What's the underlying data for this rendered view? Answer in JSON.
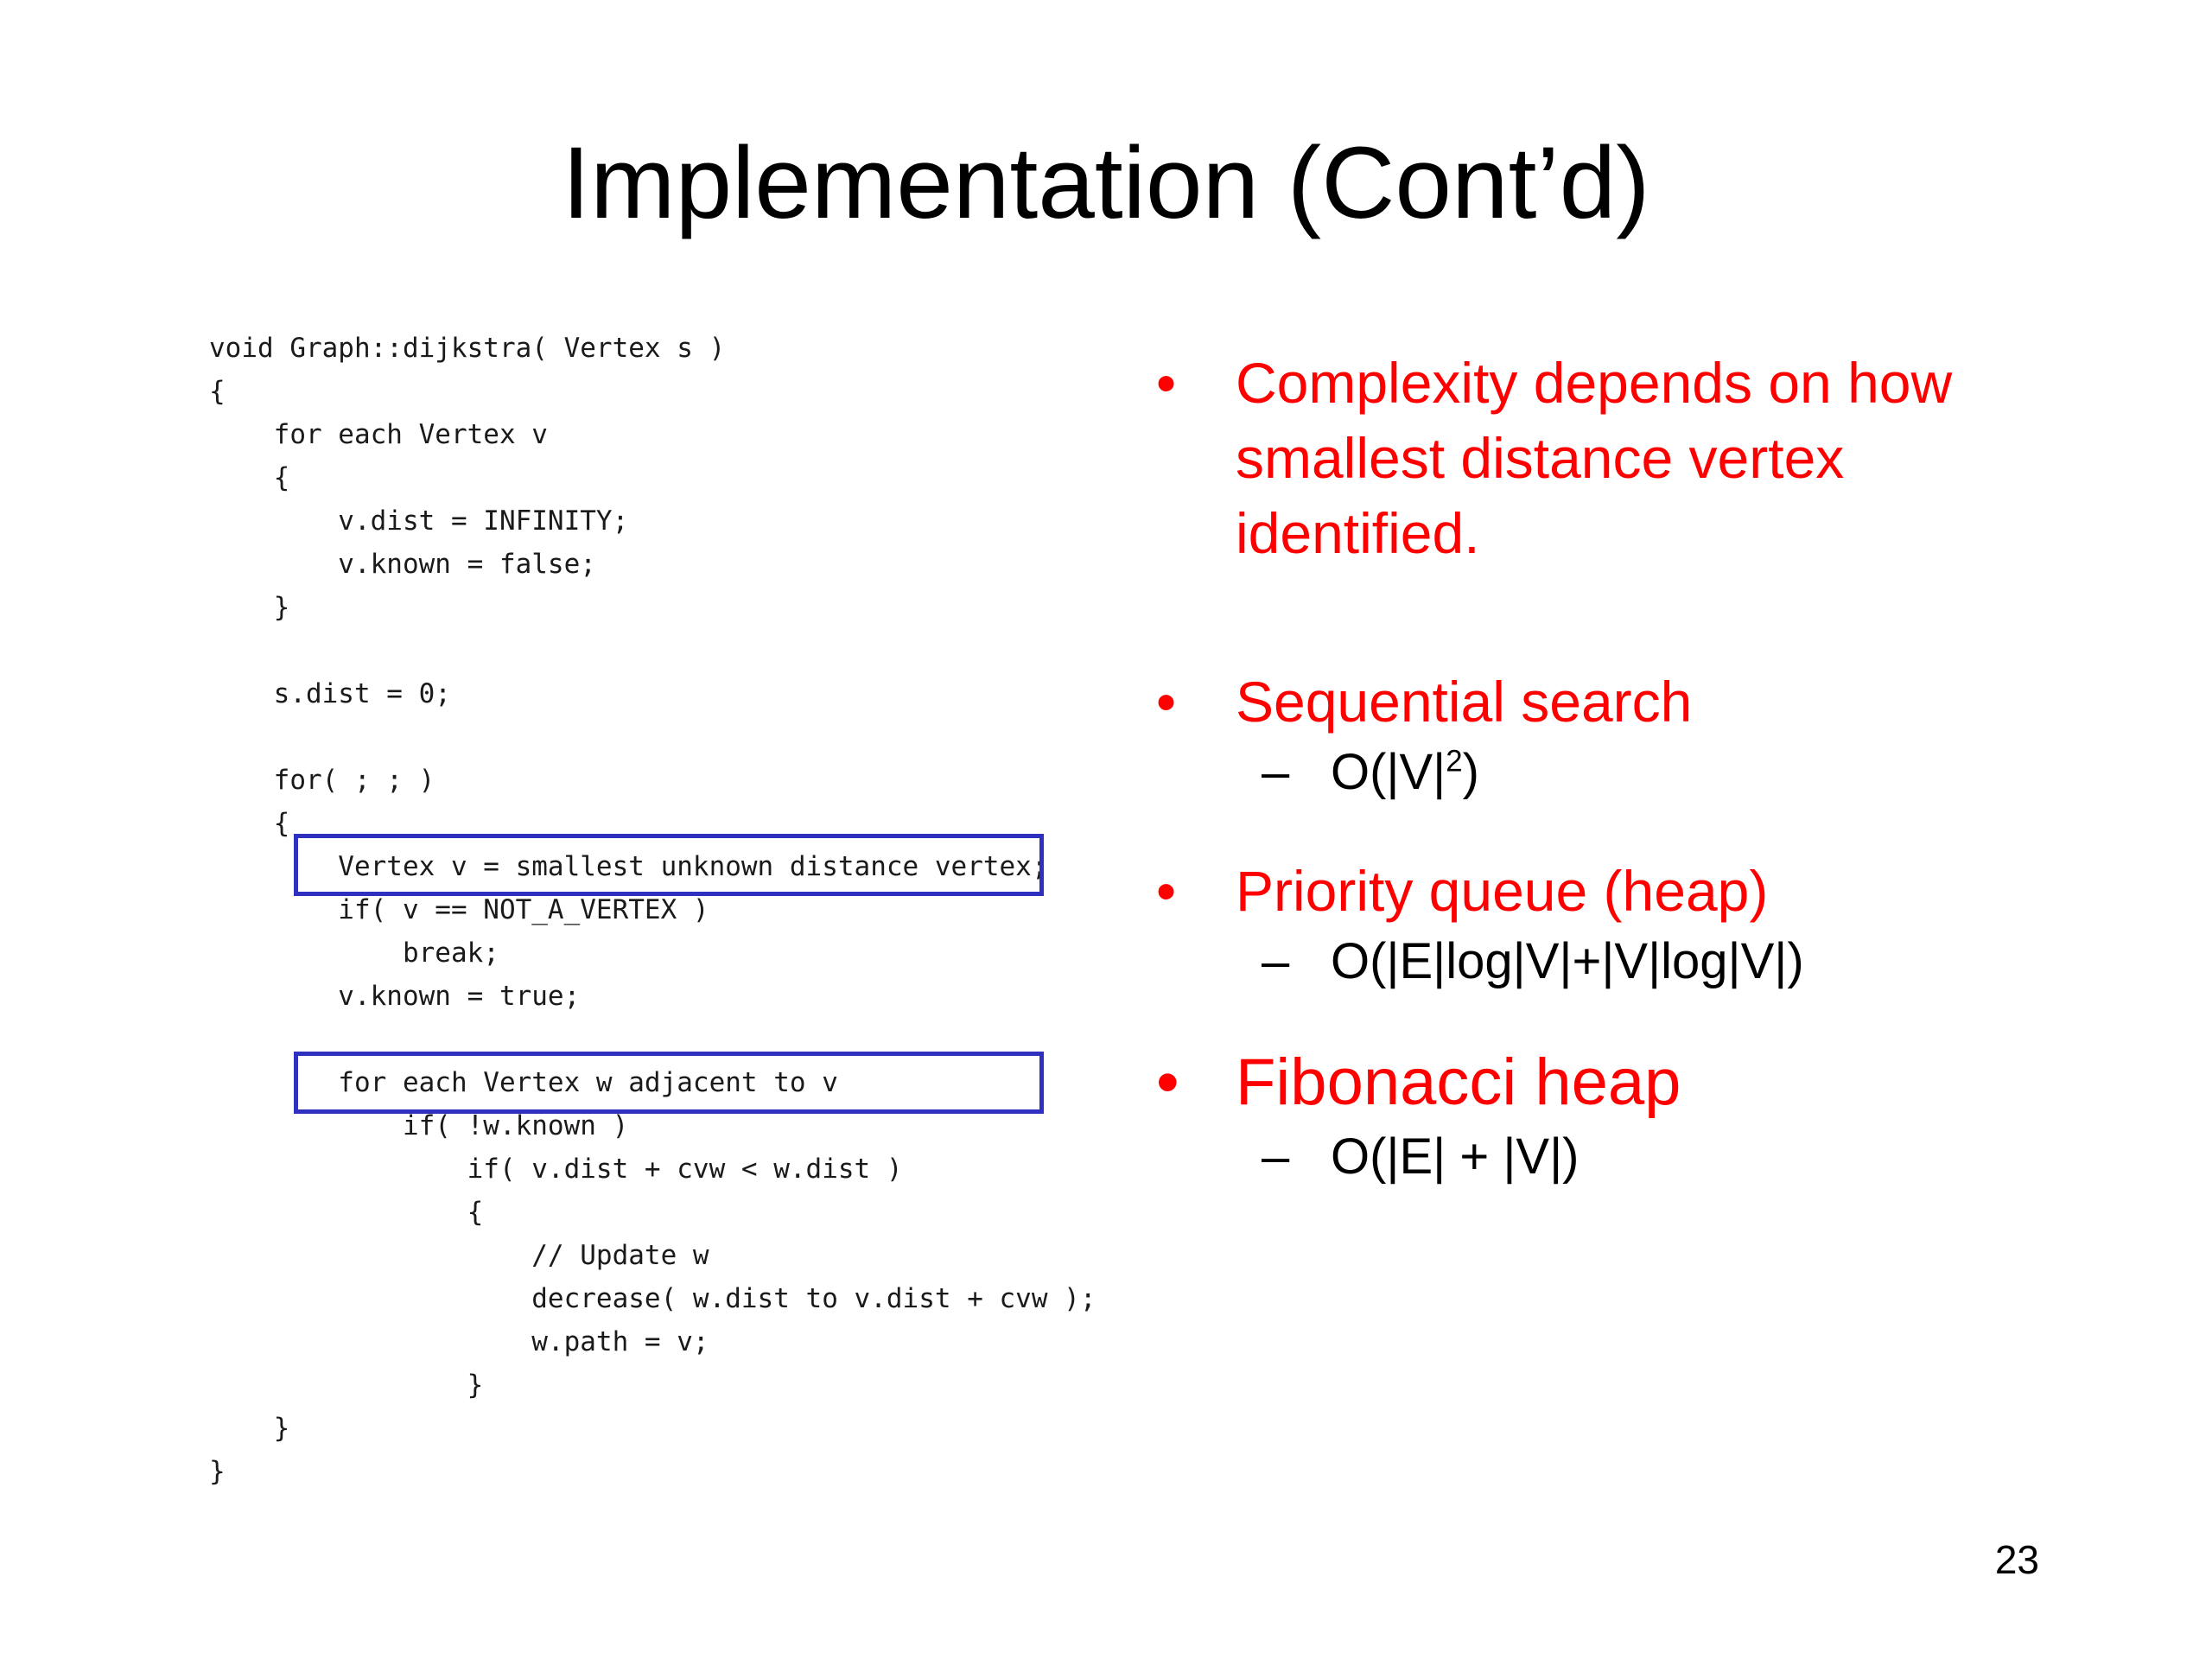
{
  "slide": {
    "title": "Implementation (Cont’d)",
    "page_number": "23",
    "colors": {
      "bullet_text": "#ff0000",
      "highlight_box": "#3030c0",
      "text": "#000000"
    }
  },
  "code": {
    "lines": [
      "void Graph::dijkstra( Vertex s )",
      "{",
      "    for each Vertex v",
      "    {",
      "        v.dist = INFINITY;",
      "        v.known = false;",
      "    }",
      "",
      "    s.dist = 0;",
      "",
      "    for( ; ; )",
      "    {",
      "        Vertex v = smallest unknown distance vertex;",
      "        if( v == NOT_A_VERTEX )",
      "            break;",
      "        v.known = true;",
      "",
      "        for each Vertex w adjacent to v",
      "            if( !w.known )",
      "                if( v.dist + cvw < w.dist )",
      "                {",
      "                    // Update w",
      "                    decrease( w.dist to v.dist + cvw );",
      "                    w.path = v;",
      "                }",
      "    }",
      "}"
    ]
  },
  "bullets": [
    {
      "text_lines": [
        "Complexity depends on how",
        "smallest distance vertex",
        "identified."
      ],
      "sub": null
    },
    {
      "text_lines": [
        "Sequential search"
      ],
      "sub": {
        "dash": "–",
        "base": "O(|V|",
        "sup": "2",
        "tail": ")"
      }
    },
    {
      "text_lines": [
        "Priority queue (heap)"
      ],
      "sub": {
        "dash": "–",
        "base": "O(|E|log|V|+|V|log|V|)",
        "sup": "",
        "tail": ""
      }
    },
    {
      "text_lines": [
        "Fibonacci heap"
      ],
      "sub": {
        "dash": "–",
        "base": "O(|E| + |V|)",
        "sup": "",
        "tail": ""
      }
    }
  ],
  "bullet_glyph": "•"
}
